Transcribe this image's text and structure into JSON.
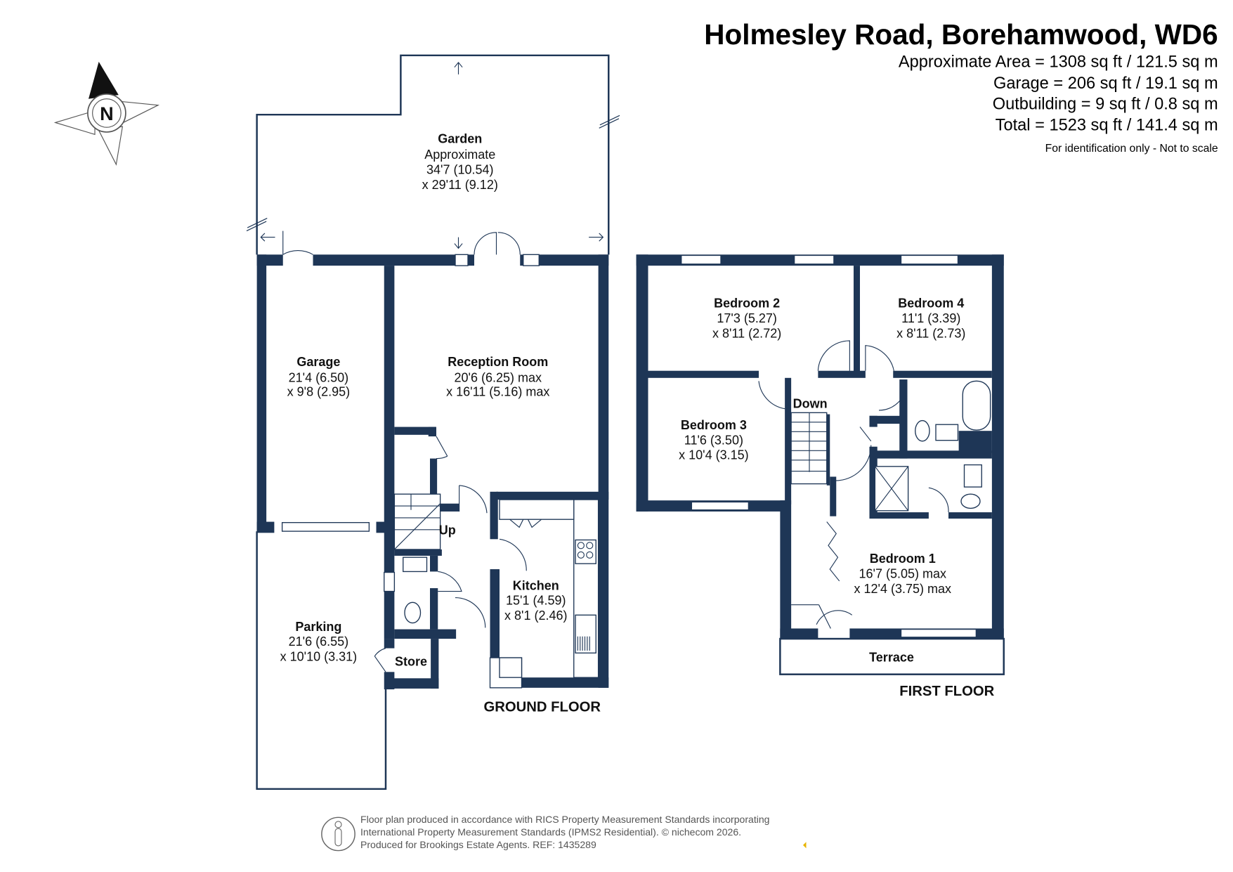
{
  "header": {
    "title": "Holmesley Road, Borehamwood, WD6",
    "areas": [
      "Approximate Area = 1308 sq ft / 121.5 sq m",
      "Garage = 206 sq ft / 19.1 sq m",
      "Outbuilding = 9 sq ft / 0.8 sq m",
      "Total = 1523 sq ft / 141.4 sq m"
    ],
    "note": "For identification only - Not to scale"
  },
  "compass": {
    "label": "N",
    "icon": "north-arrow-compass-icon"
  },
  "ground_floor": {
    "label": "GROUND FLOOR",
    "garden": {
      "name": "Garden",
      "lines": [
        "Approximate",
        "34'7 (10.54)",
        "x 29'11 (9.12)"
      ]
    },
    "garage": {
      "name": "Garage",
      "lines": [
        "21'4 (6.50)",
        "x 9'8 (2.95)"
      ]
    },
    "reception": {
      "name": "Reception Room",
      "lines": [
        "20'6 (6.25) max",
        "x 16'11 (5.16) max"
      ]
    },
    "kitchen": {
      "name": "Kitchen",
      "lines": [
        "15'1 (4.59)",
        "x 8'1 (2.46)"
      ]
    },
    "parking": {
      "name": "Parking",
      "lines": [
        "21'6 (6.55)",
        "x 10'10 (3.31)"
      ]
    },
    "store": {
      "name": "Store"
    },
    "stairs": "Up"
  },
  "first_floor": {
    "label": "FIRST FLOOR",
    "bedroom2": {
      "name": "Bedroom 2",
      "lines": [
        "17'3 (5.27)",
        "x 8'11 (2.72)"
      ]
    },
    "bedroom4": {
      "name": "Bedroom 4",
      "lines": [
        "11'1 (3.39)",
        "x 8'11 (2.73)"
      ]
    },
    "bedroom3": {
      "name": "Bedroom 3",
      "lines": [
        "11'6 (3.50)",
        "x 10'4 (3.15)"
      ]
    },
    "bedroom1": {
      "name": "Bedroom 1",
      "lines": [
        "16'7 (5.05) max",
        "x 12'4 (3.75) max"
      ]
    },
    "terrace": {
      "name": "Terrace"
    },
    "stairs": "Down"
  },
  "footer": {
    "lines": [
      "Floor plan produced in accordance with RICS Property Measurement Standards incorporating",
      "International Property Measurement Standards (IPMS2 Residential).   © nichecom 2026.",
      "Produced for Brookings Estate Agents.   REF: 1435289"
    ]
  },
  "colors": {
    "wall": "#1e3656",
    "text": "#111111"
  }
}
